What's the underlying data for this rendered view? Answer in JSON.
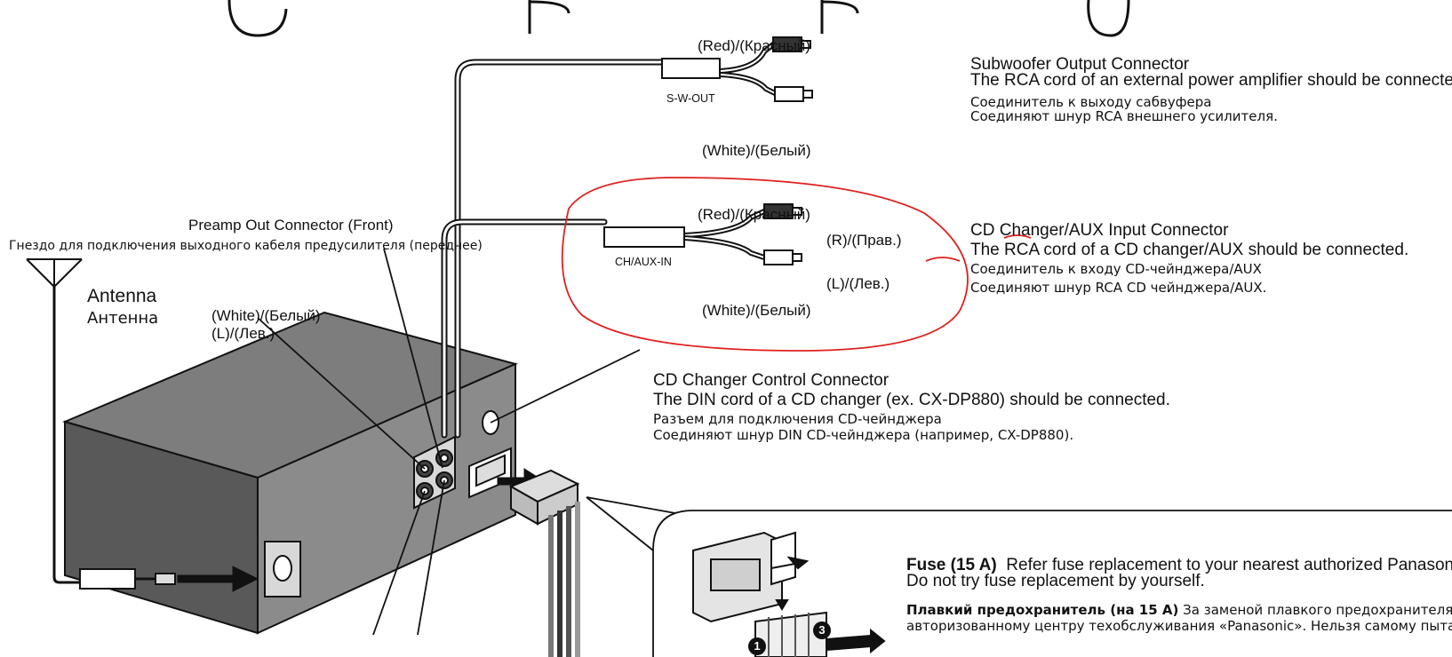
{
  "subwoofer": {
    "red_label": "(Red)/(Красный)",
    "plug_label": "S-W-OUT",
    "white_label": "(White)/(Белый)",
    "title_en": "Subwoofer Output Connector",
    "desc_en": "The RCA cord of an external power amplifier should be connected.",
    "title_ru": "Соединитель к выходу сабвуфера",
    "desc_ru": "Соединяют шнур RCA внешнего усилителя."
  },
  "cd_aux": {
    "red_label": "(Red)/(Красный)",
    "plug_label": "CH/AUX-IN",
    "white_label": "(White)/(Белый)",
    "right_label": "(R)/(Прав.)",
    "left_label": "(L)/(Лев.)",
    "title_en": "CD Changer/AUX Input Connector",
    "desc_en": "The RCA cord of a CD changer/AUX should be connected.",
    "title_ru": "Соединитель к входу CD-чейнджера/AUX",
    "desc_ru": "Соединяют шнур RCA CD чейнджера/AUX.",
    "annotation_color": "#e02020"
  },
  "preamp": {
    "title_en": "Preamp Out Connector",
    "title_en_suffix": "(Front)",
    "title_ru": "Гнездо для подключения выходного кабеля предусилителя (переднее)",
    "white_label": "(White)/(Белый)",
    "left_label": "(L)/(Лев.)"
  },
  "antenna": {
    "title_en": "Antenna",
    "title_ru": "Антенна"
  },
  "cd_control": {
    "title_en": "CD Changer Control Connector",
    "desc_en": "The DIN cord of a CD changer (ex. CX-DP880) should be connected.",
    "title_ru": "Разъем для подключения CD-чейнджера",
    "desc_ru": "Соединяют шнур DIN CD-чейнджера (например, CX-DP880)."
  },
  "fuse": {
    "title_en": "Fuse (15 A)",
    "desc_en": "Refer fuse replacement to your nearest authorized Panasonic Servicenter.",
    "desc_en_2": "Do not try fuse replacement by yourself.",
    "title_ru": "Плавкий предохранитель (на 15 А)",
    "desc_ru": "За заменой плавкого предохранителя следует обратиться к",
    "desc_ru_2": "авторизованному центру техобслуживания «Panasonic». Нельзя самому пытаться заменить.",
    "step1": "1",
    "step3": "3"
  }
}
